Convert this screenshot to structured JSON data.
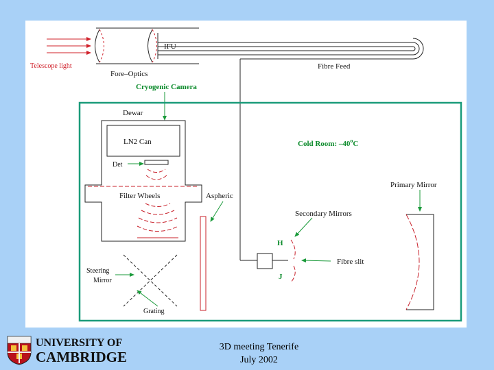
{
  "diagram": {
    "labels": {
      "telescope_light": "Telescope light",
      "ifu": "IFU",
      "fore_optics": "Fore–Optics",
      "fibre_feed": "Fibre Feed",
      "cryogenic_camera": "Cryogenic Camera",
      "dewar": "Dewar",
      "ln2_can": "LN2 Can",
      "det": "Det",
      "cold_room_prefix": "Cold Room: –40",
      "cold_room_deg": "o",
      "cold_room_unit": "C",
      "filter_wheels": "Filter Wheels",
      "aspheric": "Aspheric",
      "primary_mirror": "Primary Mirror",
      "secondary_mirrors": "Secondary Mirrors",
      "h": "H",
      "j": "J",
      "fibre_slit": "Fibre slit",
      "steering_mirror_1": "Steering",
      "steering_mirror_2": "Mirror",
      "grating": "Grating"
    },
    "colors": {
      "background": "#a9d1f7",
      "cold_room_border": "#1a9b7a",
      "optics_red": "#c8202a",
      "label_green": "#0a8a2a",
      "line": "#222222"
    }
  },
  "footer": {
    "line1": "3D meeting Tenerife",
    "line2": "July 2002",
    "logo_line1": "UNIVERSITY OF",
    "logo_line2": "CAMBRIDGE"
  }
}
